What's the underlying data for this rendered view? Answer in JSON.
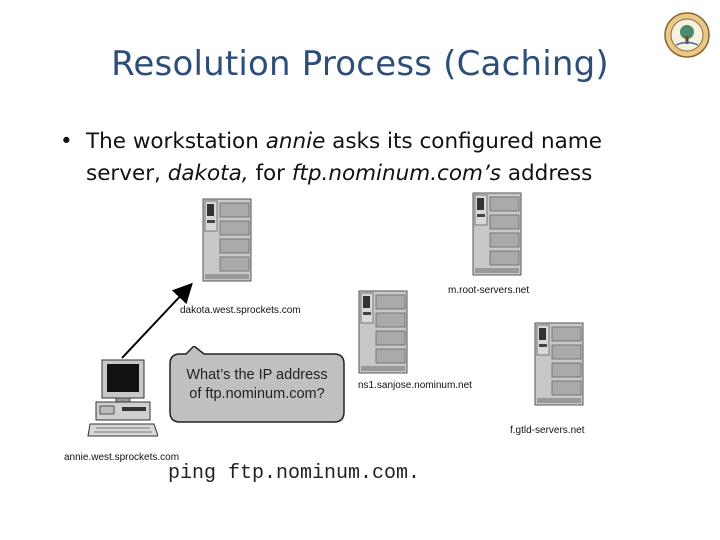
{
  "slide": {
    "title": "Resolution Process (Caching)",
    "bullet": {
      "pre": "The workstation ",
      "annie": "annie",
      "mid1": " asks its configured name server, ",
      "dakota": "dakota,",
      "mid2": " for ",
      "domain": "ftp.nominum.com’s",
      "post": " address"
    }
  },
  "nodes": {
    "dakota": "dakota.west.sprockets.com",
    "root": "m.root-servers.net",
    "sanjose": "ns1.sanjose.nominum.net",
    "gtld": "f.gtld-servers.net",
    "annie": "annie.west.sprockets.com"
  },
  "bubble": {
    "line1": "What’s the IP address",
    "line2": "of ftp.nominum.com?"
  },
  "command": "ping ftp.nominum.com.",
  "icons": [
    "university-seal-icon",
    "server-icon",
    "workstation-icon",
    "arrow-icon"
  ],
  "colors": {
    "title": "#2e4e7a",
    "server_body": "#c8c8c8",
    "bubble_fill": "#c0c0c0"
  }
}
